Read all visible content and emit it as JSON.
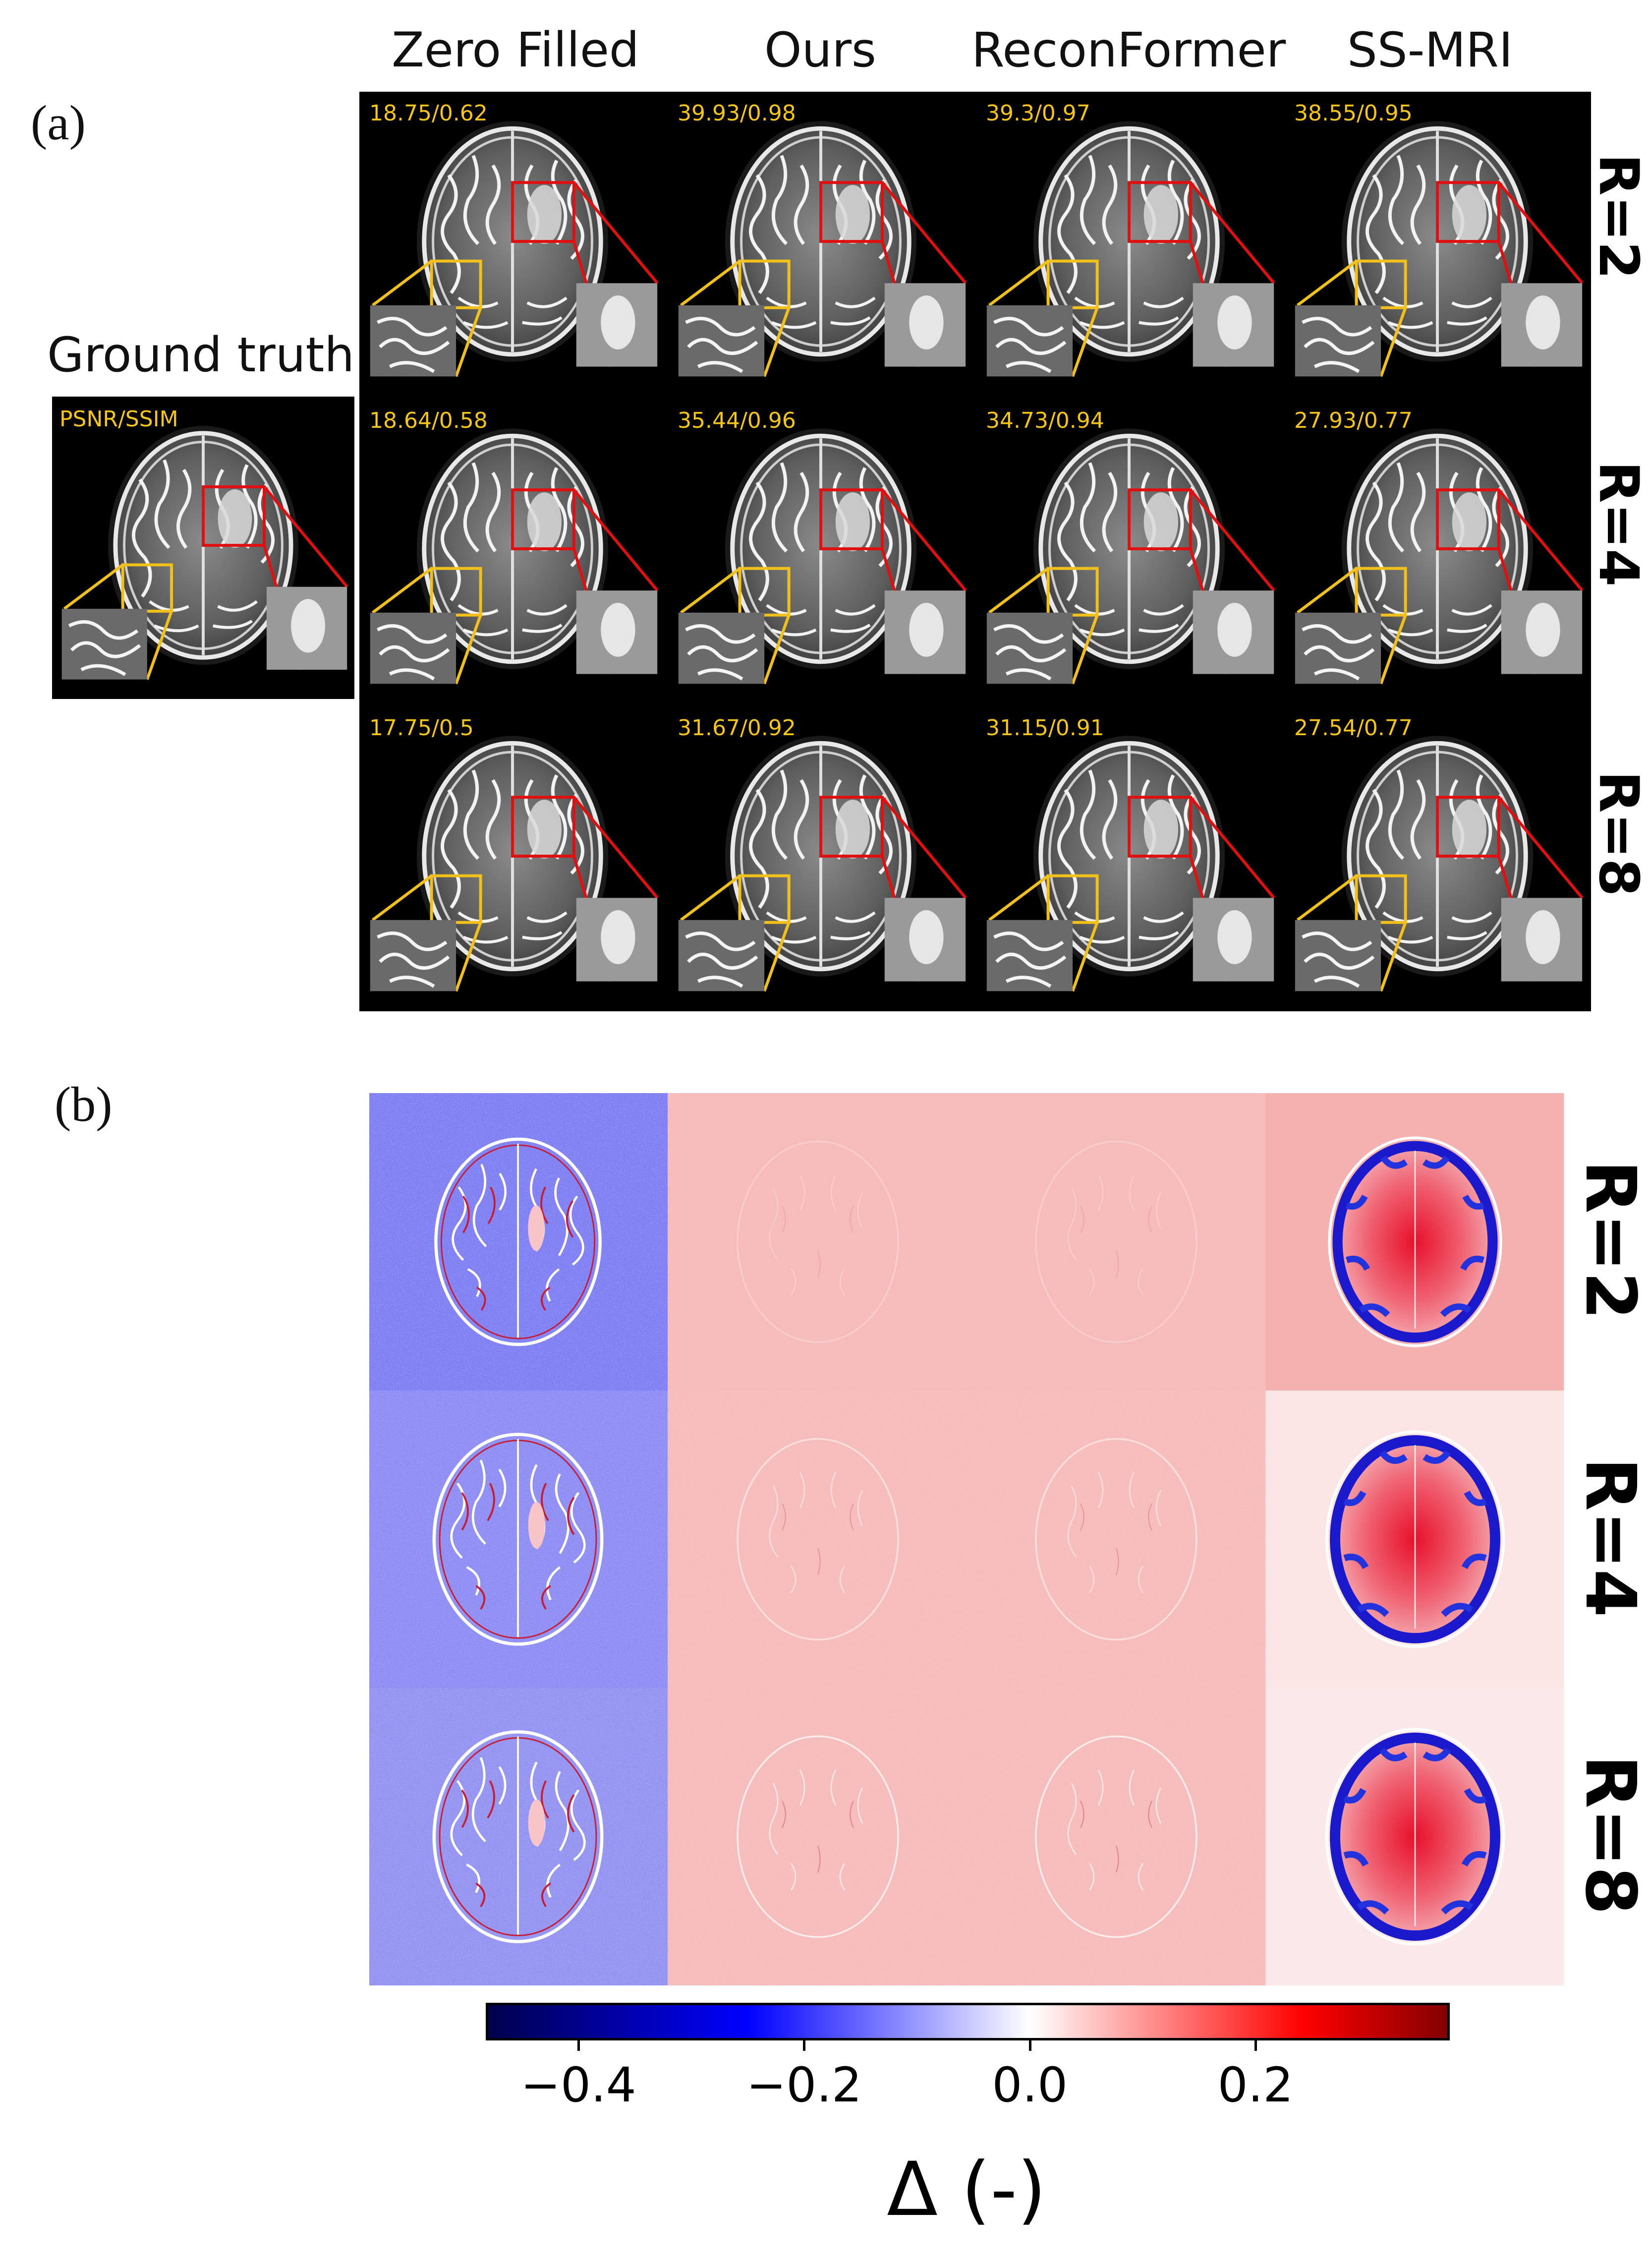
{
  "panel_a": {
    "label": "(a)",
    "ground_truth_title": "Ground truth",
    "ground_truth_metric": "PSNR/SSIM",
    "columns": [
      "Zero Filled",
      "Ours",
      "ReconFormer",
      "SS-MRI"
    ],
    "rows": [
      "R=2",
      "R=4",
      "R=8"
    ],
    "metrics": [
      [
        "18.75/0.62",
        "39.93/0.98",
        "39.3/0.97",
        "38.55/0.95"
      ],
      [
        "18.64/0.58",
        "35.44/0.96",
        "34.73/0.94",
        "27.93/0.77"
      ],
      [
        "17.75/0.5",
        "31.67/0.92",
        "31.15/0.91",
        "27.54/0.77"
      ]
    ],
    "colors": {
      "red_box": "#e01010",
      "yellow_box": "#f2c01a",
      "metric_text": "#f5c518"
    }
  },
  "panel_b": {
    "label": "(b)",
    "rows": [
      "R=2",
      "R=4",
      "R=8"
    ],
    "colorbar": {
      "ticks": [
        "−0.4",
        "−0.2",
        "0.0",
        "0.2"
      ],
      "tick_values": [
        -0.4,
        -0.2,
        0.0,
        0.2
      ],
      "range": [
        -0.48,
        0.37
      ],
      "label": "Δ (-)",
      "colormap": "seismic"
    }
  }
}
